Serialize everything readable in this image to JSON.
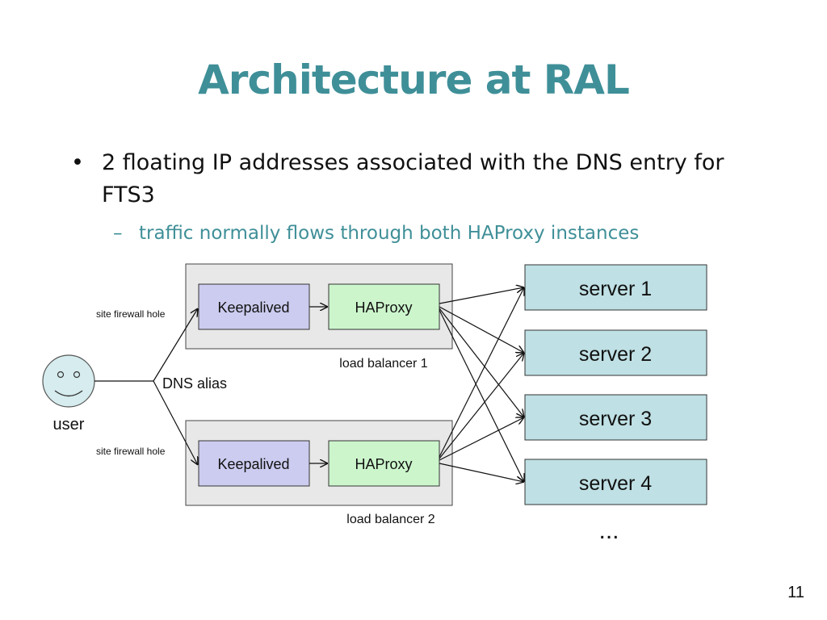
{
  "title": "Architecture at RAL",
  "bullets": [
    {
      "text": "2 floating IP addresses associated with the DNS entry for FTS3",
      "sub": [
        "traffic normally flows through both HAProxy instances"
      ]
    }
  ],
  "diagram": {
    "user_label": "user",
    "dns_label": "DNS alias",
    "firewall_label": "site firewall hole",
    "load_balancers": [
      {
        "keepalived": "Keepalived",
        "haproxy": "HAProxy",
        "label": "load balancer 1"
      },
      {
        "keepalived": "Keepalived",
        "haproxy": "HAProxy",
        "label": "load balancer 2"
      }
    ],
    "servers": [
      "server 1",
      "server 2",
      "server 3",
      "server 4"
    ],
    "ellipsis": "...",
    "colors": {
      "keepalived_fill": "#ccccf0",
      "haproxy_fill": "#ccf5cc",
      "server_fill": "#bfe0e4",
      "lb_container_fill": "#e8e8e8",
      "user_face_fill": "#d6ecee"
    }
  },
  "page_number": "11"
}
